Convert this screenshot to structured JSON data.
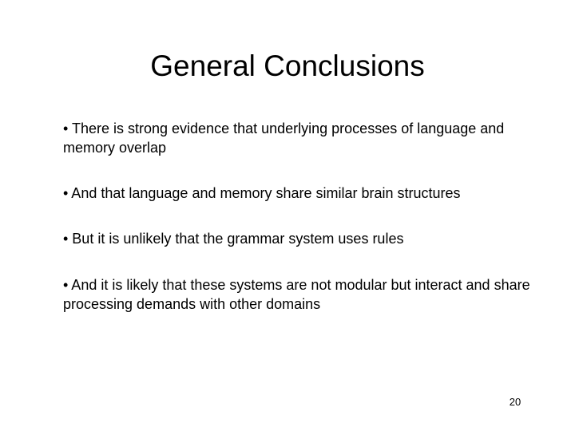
{
  "slide": {
    "title": "General Conclusions",
    "bullets": [
      "• There is strong evidence that underlying processes of language and memory overlap",
      "• And that language and memory share similar brain structures",
      "• But it is unlikely that the grammar system uses rules",
      "• And it is likely that these systems are not modular but interact and share processing demands with other domains"
    ],
    "page_number": "20"
  }
}
